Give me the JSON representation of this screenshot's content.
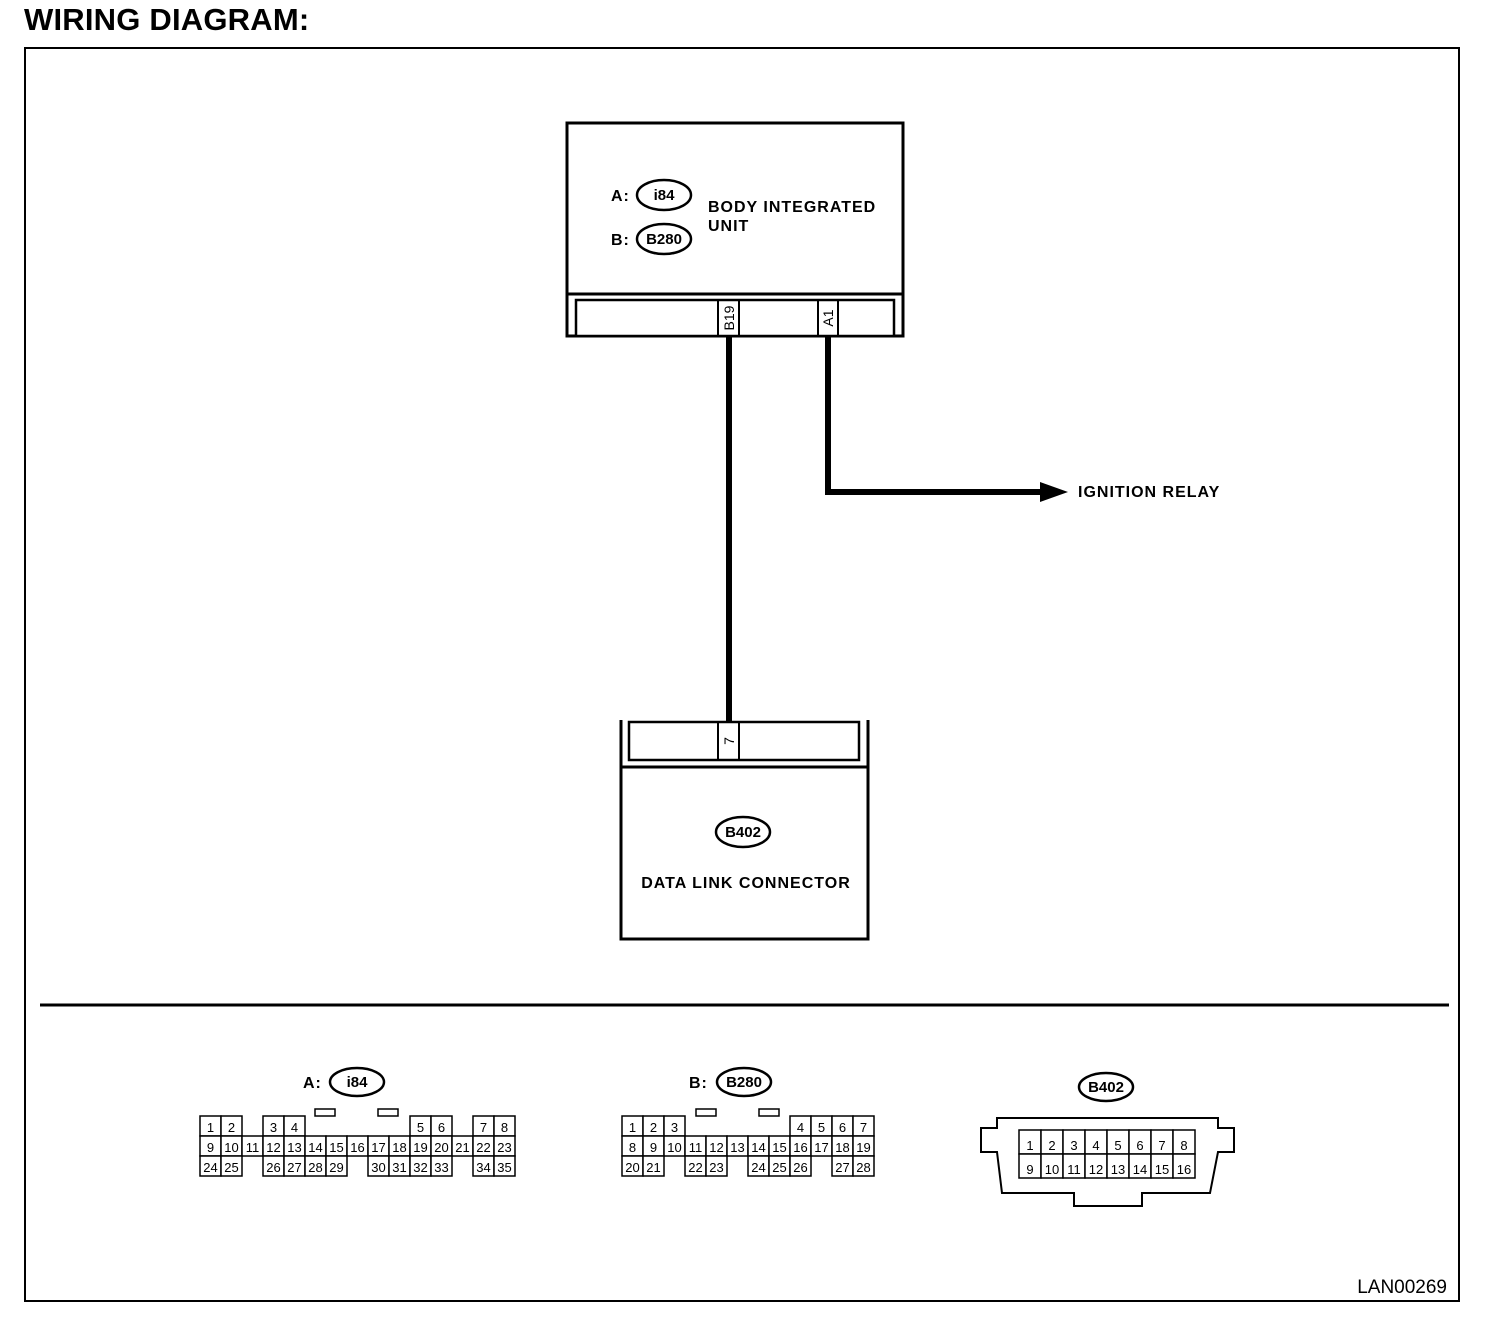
{
  "title": "WIRING DIAGRAM:",
  "figure_id": "LAN00269",
  "body_unit": {
    "label_line1": "BODY INTEGRATED",
    "label_line2": "UNIT",
    "connectors": [
      {
        "prefix": "A:",
        "code": "i84"
      },
      {
        "prefix": "B:",
        "code": "B280"
      }
    ],
    "terminals": [
      "B19",
      "A1"
    ]
  },
  "ignition_relay": "IGNITION RELAY",
  "data_link_connector": {
    "code": "B402",
    "label": "DATA LINK CONNECTOR",
    "terminal": "7"
  },
  "connector_views": {
    "i84": {
      "prefix": "A:",
      "code": "i84",
      "rows": [
        [
          "1",
          "2",
          "",
          "3",
          "4",
          "",
          "",
          "",
          "",
          "",
          "5",
          "6",
          "",
          "7",
          "8"
        ],
        [
          "9",
          "10",
          "11",
          "12",
          "13",
          "14",
          "15",
          "16",
          "17",
          "18",
          "19",
          "20",
          "21",
          "22",
          "23"
        ],
        [
          "24",
          "25",
          "",
          "26",
          "27",
          "28",
          "29",
          "",
          "30",
          "31",
          "32",
          "33",
          "",
          "34",
          "35"
        ]
      ]
    },
    "B280": {
      "prefix": "B:",
      "code": "B280",
      "rows": [
        [
          "1",
          "2",
          "3",
          "",
          "",
          "",
          "",
          "",
          "4",
          "5",
          "6",
          "7"
        ],
        [
          "8",
          "9",
          "10",
          "11",
          "12",
          "13",
          "14",
          "15",
          "16",
          "17",
          "18",
          "19"
        ],
        [
          "20",
          "21",
          "",
          "22",
          "23",
          "",
          "24",
          "25",
          "26",
          "",
          "27",
          "28"
        ]
      ]
    },
    "B402": {
      "code": "B402",
      "rows": [
        [
          "1",
          "2",
          "3",
          "4",
          "5",
          "6",
          "7",
          "8"
        ],
        [
          "9",
          "10",
          "11",
          "12",
          "13",
          "14",
          "15",
          "16"
        ]
      ]
    }
  }
}
